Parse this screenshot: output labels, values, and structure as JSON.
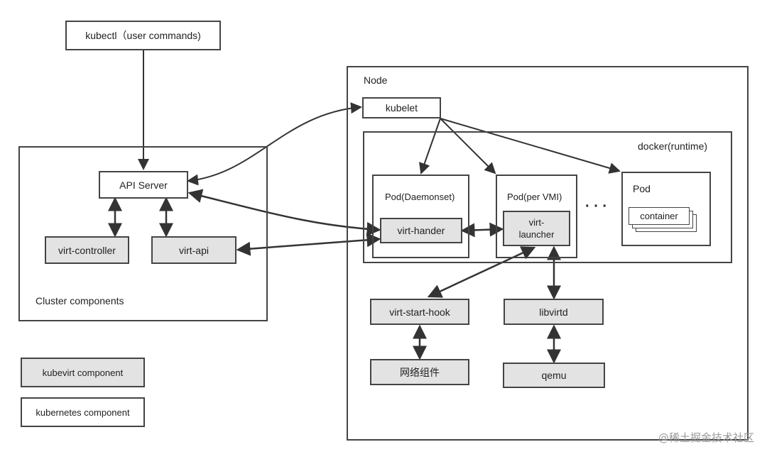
{
  "kubectl": {
    "label": "kubectl（user commands)"
  },
  "cluster": {
    "label": "Cluster components",
    "api_server": "API Server",
    "virt_controller": "virt-controller",
    "virt_api": "virt-api"
  },
  "node": {
    "label": "Node",
    "kubelet": "kubelet",
    "docker_runtime": "docker(runtime)",
    "pod_daemonset": "Pod(Daemonset)",
    "virt_handler": "virt-hander",
    "pod_per_vmi": "Pod(per VMI)",
    "virt_launcher": "virt-\nlauncher",
    "ellipsis": "· · ·",
    "pod": "Pod",
    "container": "container",
    "virt_start_hook": "virt-start-hook",
    "network_component": "网络组件",
    "libvirtd": "libvirtd",
    "qemu": "qemu"
  },
  "legend": {
    "kubevirt": "kubevirt component",
    "kubernetes": "kubernetes component"
  },
  "watermark": "@稀土掘金技术社区",
  "colors": {
    "kubevirt_fill": "#e3e3e3",
    "kubernetes_fill": "#ffffff",
    "line": "#333333"
  }
}
